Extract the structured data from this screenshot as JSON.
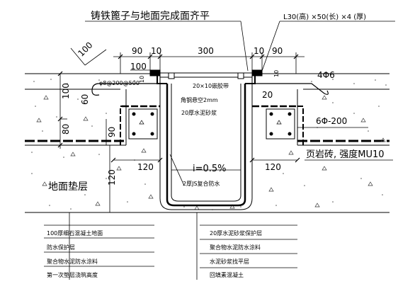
{
  "title": "铸铁篦子与地面完成面齐平",
  "angle_spec": "L30(高) ×50(长) ×4 (厚)",
  "dims": {
    "d100_diag": "100",
    "d90_left": "90",
    "d10_left": "10",
    "d300": "300",
    "d10_right": "10",
    "d90_right": "90",
    "d100_top": "100",
    "d10_small": "10",
    "d100_vert": "100",
    "d60": "60",
    "d80": "80",
    "d90_vert": "90",
    "d120_left": "120",
    "d120_right": "120",
    "d120_vert": "120",
    "d20": "20",
    "d10_vert_right": "10"
  },
  "labels": {
    "rebar_spacing": "φ8@200@500",
    "sealant": "20×10嵌胶带",
    "angle_steel": "角钢悬空2mm",
    "mortar_20": "20厚水泥砂浆",
    "slope": "i=0.5%",
    "js_waterproof": "2厚JS复合防水",
    "ground_cushion": "地面垫层",
    "shale_brick": "页岩砖, 强度MU10",
    "rebar_4phi6": "4Φ6",
    "rebar_6phi200": "6Φ-200"
  },
  "legend_left": [
    "100厚细石混凝土地面",
    "防水保护层",
    "聚合物水泥防水涂料",
    "第一次垫层浇筑高度"
  ],
  "legend_right": [
    "20厚水泥砂浆保护层",
    "聚合物水泥防水涂料",
    "水泥砂浆找平层",
    "回填素混凝土"
  ]
}
